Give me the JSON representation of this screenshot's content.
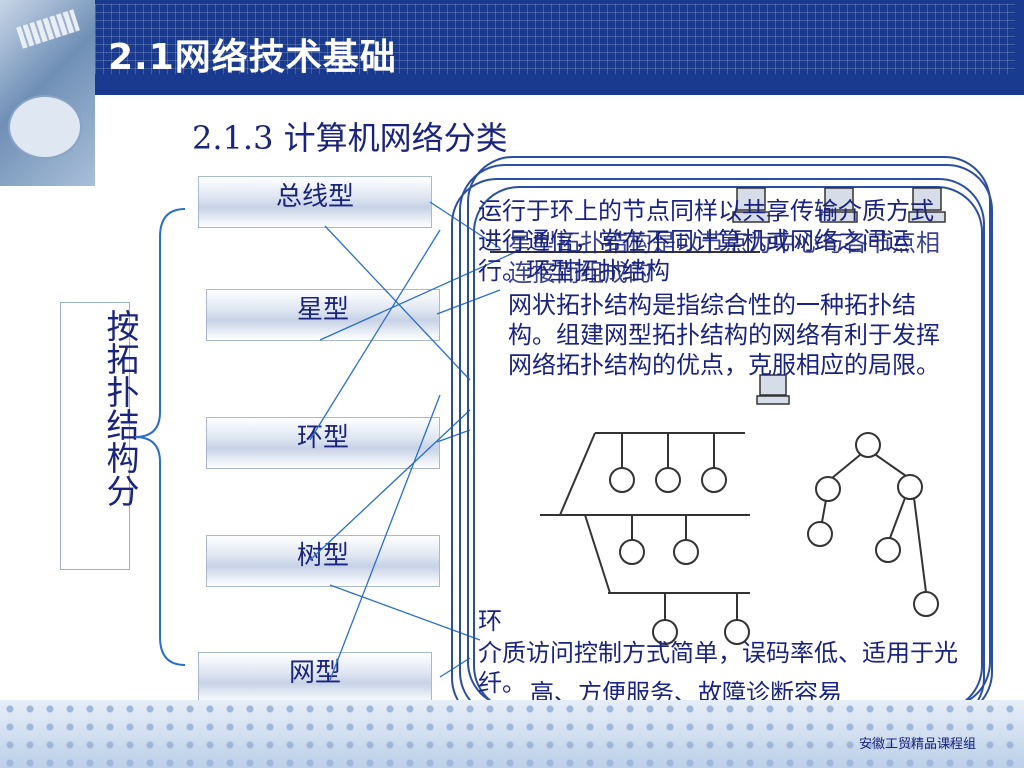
{
  "header": {
    "title": "2.1网络技术基础"
  },
  "section": {
    "subtitle": "2.1.3 计算机网络分类"
  },
  "root": {
    "label": "按拓扑结构分"
  },
  "categories": [
    "总线型",
    "星型",
    "环型",
    "树型",
    "网型"
  ],
  "overlays": {
    "ring": "运行于环上的节点同样以共享传输介质方式进行通信，常在不同计算机或网络之间运行。环型拓扑结构",
    "star": "星型拓扑结构是以节点为中心与各节点相连接而组成的",
    "mesh": "网状拓扑结构是指综合性的一种拓扑结构。组建网型拓扑结构的网络有利于发挥网络拓扑结构的优点，克服相应的局限。",
    "bus_bottom": "环",
    "bus_bottom2": "介质访问控制方式简单，误码率低、适用于光纤。",
    "tree_bottom": "高、方便服务、故障诊断容易"
  },
  "footer": {
    "text": "安徽工贸精品课程组"
  },
  "colors": {
    "header": "#1a3a8f",
    "text": "#1a237e",
    "line": "#2a6fc9"
  }
}
